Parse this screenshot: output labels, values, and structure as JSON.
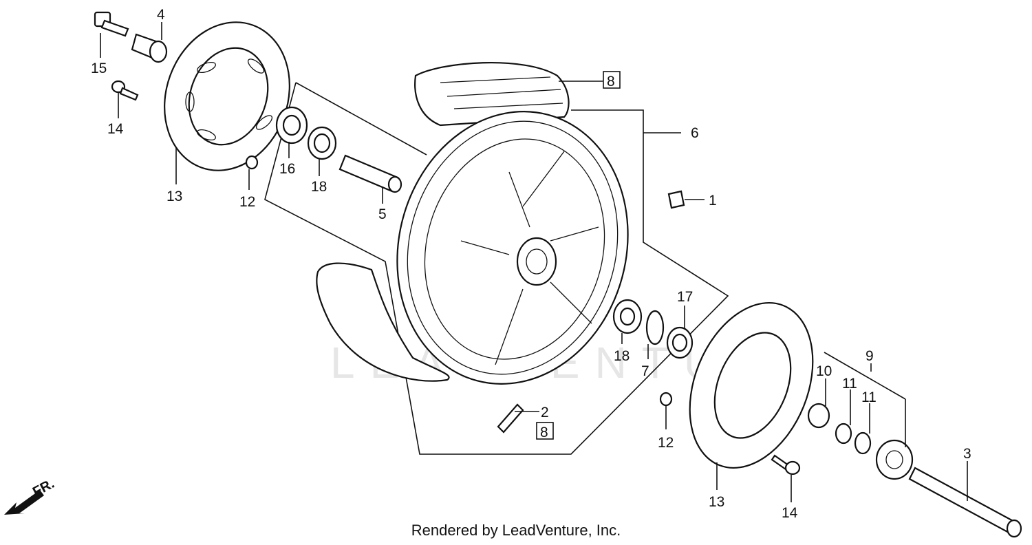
{
  "callouts": {
    "c1": "1",
    "c2": "2",
    "c3": "3",
    "c4": "4",
    "c5": "5",
    "c6": "6",
    "c7": "7",
    "c8a": "8",
    "c8b": "8",
    "c9": "9",
    "c10": "10",
    "c11a": "11",
    "c11b": "11",
    "c12a": "12",
    "c12b": "12",
    "c13a": "13",
    "c13b": "13",
    "c14a": "14",
    "c14b": "14",
    "c15": "15",
    "c16": "16",
    "c17a": "17",
    "c18a": "18",
    "c18b": "18"
  },
  "direction_marker": "FR.",
  "watermark": "LEADVENTURE",
  "footer": "Rendered by LeadVenture, Inc."
}
